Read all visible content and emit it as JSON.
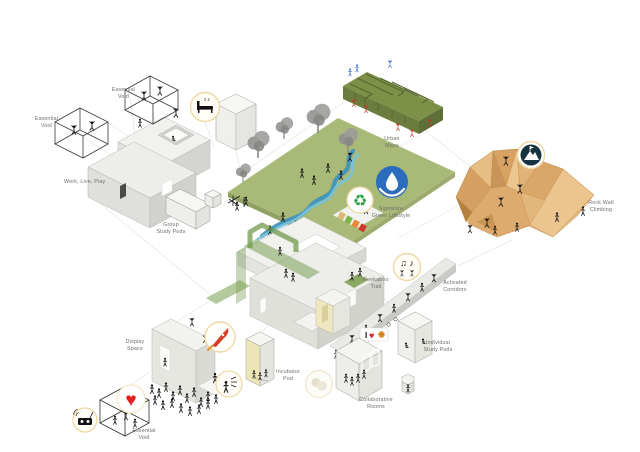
{
  "labels": {
    "essential_void_top": "Essential\nVoid",
    "essential_void_left": "Essential\nVoid",
    "essential_void_bottom": "Essential\nVoid",
    "work_live_play": "Work, Live, Play",
    "group_study_pods": "Group\nStudy Pods",
    "urban_maze": "Urban\nMaze",
    "signature_green_lifestyle": "Signature\nGreen Lifestyle",
    "rock_wall_climbing": "Rock Wall\nClimbing",
    "peekaboo_trail": "Peekaboo\nTrail",
    "activated_corridors": "Activated\nCorridors",
    "individual_study_pods": "Individual\nStudy Pods",
    "collaborative_rooms": "Collaborative\nRooms",
    "incubator_pod": "Incubator\nPod",
    "display_space": "Display\nSpace",
    "corridor_text": "PEEKABOO"
  },
  "sign": {
    "text": "I",
    "heart": "♥"
  },
  "icon_glyphs": {
    "recycle": "♻",
    "heart": "♥",
    "music": "♫ ♪",
    "bed_zzz": "z z"
  },
  "icon_names": [
    "bed-icon",
    "water-conservation-icon",
    "recycle-icon",
    "mountain-climb-icon",
    "music-dance-icon",
    "rocket-icon",
    "announcer-icon",
    "heart-icon",
    "radio-icon",
    "discussion-icon"
  ],
  "colors": {
    "green_roof": "#a9b977",
    "maze_green": "#7e9048",
    "stream_blue": "#3f93bb",
    "rock_tan": "#e3b77c",
    "building_grey": "#ededea",
    "trail_green": "#6a9442",
    "icon_ring": "#eed9a6",
    "heart_red": "#e0211f",
    "water_blue": "#2b6cbd",
    "recycle_green": "#2f9e44",
    "figure_black": "#161616"
  }
}
